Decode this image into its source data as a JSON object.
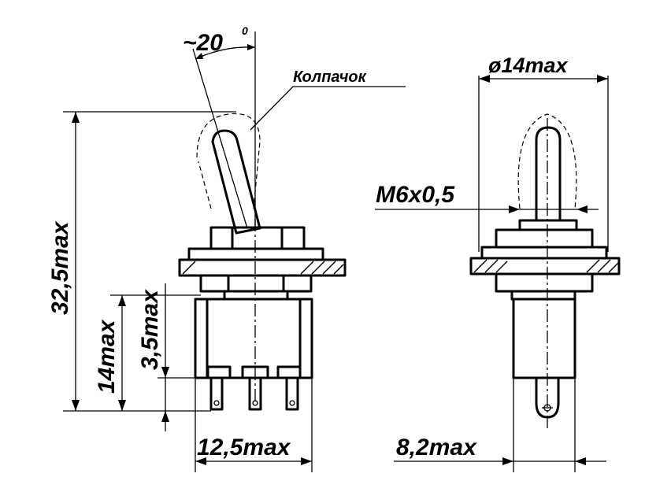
{
  "dimensions": {
    "angle": "~20",
    "angle_unit": "0",
    "cap_label": "Колпачок",
    "overall_height": "32,5max",
    "body_height": "14max",
    "terminal_length": "3,5max",
    "body_width": "12,5max",
    "cap_diameter": "ø14max",
    "thread": "M6x0,5",
    "side_width": "8,2max"
  }
}
